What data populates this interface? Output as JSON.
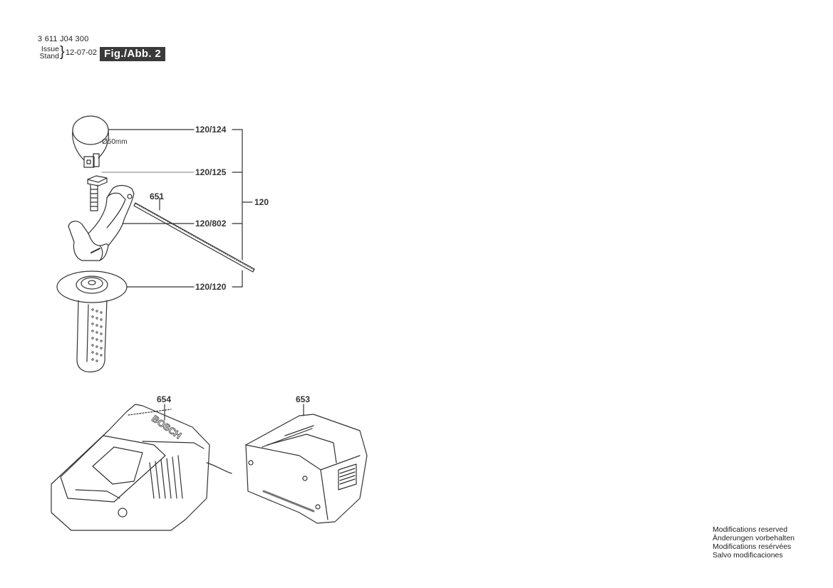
{
  "header": {
    "document_number": "3 611 J04 300",
    "issue_label_line1": "Issue",
    "issue_label_line2": "Stand",
    "issue_date": "12-07-02",
    "figure_label": "Fig./Abb. 2"
  },
  "parts": {
    "clamp_ring": {
      "callout": "120/124",
      "dimension": "Ø50mm"
    },
    "bolt": {
      "callout": "120/125"
    },
    "holder": {
      "callout": "120/802"
    },
    "depth_stop_rod": {
      "callout": "651"
    },
    "handle_grip": {
      "callout": "120/120"
    },
    "assembly_group": {
      "callout": "120"
    },
    "charger": {
      "callout": "654",
      "brand_text": "BOSCH"
    },
    "battery_pack": {
      "callout": "653"
    }
  },
  "footer": {
    "notice_en": "Modifications reserved",
    "notice_de": "Änderungen vorbehalten",
    "notice_fr": "Modifications resérvées",
    "notice_es": "Salvo modificaciones"
  },
  "colors": {
    "line": "#333333",
    "figure_box_bg": "#3a3a3a",
    "figure_box_text": "#ffffff"
  }
}
